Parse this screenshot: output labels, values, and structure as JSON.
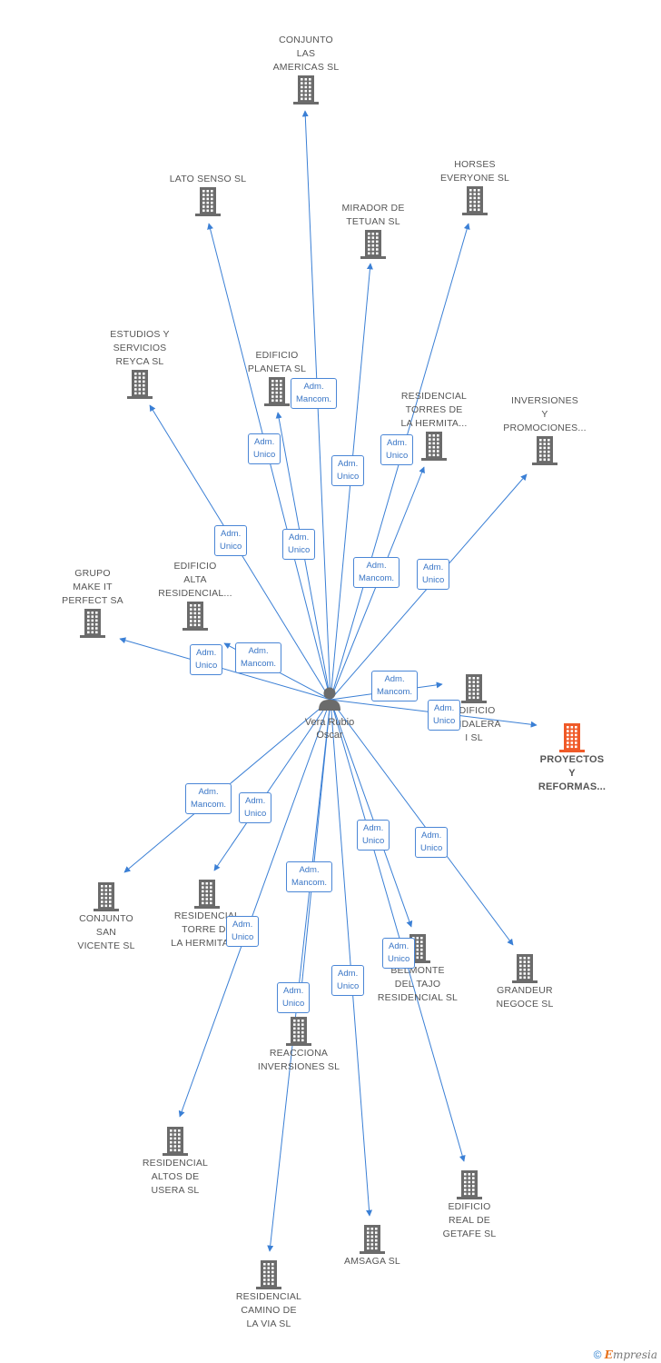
{
  "center": {
    "name": "Vera Rubio\nOscar"
  },
  "nodes": [
    {
      "id": "conjunto-americas",
      "label": "CONJUNTO\nLAS\nAMERICAS SL",
      "main": false
    },
    {
      "id": "lato-senso",
      "label": "LATO SENSO SL",
      "main": false
    },
    {
      "id": "mirador-tetuan",
      "label": "MIRADOR DE\nTETUAN SL",
      "main": false
    },
    {
      "id": "horses-everyone",
      "label": "HORSES\nEVERYONE SL",
      "main": false
    },
    {
      "id": "estudios-reyca",
      "label": "ESTUDIOS Y\nSERVICIOS\nREYCA SL",
      "main": false
    },
    {
      "id": "edificio-planeta",
      "label": "EDIFICIO\nPLANETA SL",
      "main": false
    },
    {
      "id": "residencial-torres-hermita",
      "label": "RESIDENCIAL\nTORRES DE\nLA HERMITA...",
      "main": false
    },
    {
      "id": "inversiones-promociones",
      "label": "INVERSIONES\nY\nPROMOCIONES...",
      "main": false
    },
    {
      "id": "grupo-make-it",
      "label": "GRUPO\nMAKE IT\nPERFECT SA",
      "main": false
    },
    {
      "id": "edificio-alta",
      "label": "EDIFICIO\nALTA\nRESIDENCIAL...",
      "main": false
    },
    {
      "id": "edificio-ondalera",
      "label": "EDIFICIO\nONDALERA\nI SL",
      "main": false
    },
    {
      "id": "proyectos-reformas",
      "label": "PROYECTOS\nY\nREFORMAS...",
      "main": true
    },
    {
      "id": "conjunto-san-vicente",
      "label": "CONJUNTO\nSAN\nVICENTE SL",
      "main": false
    },
    {
      "id": "residencial-torre-hermita",
      "label": "RESIDENCIAL\nTORRE DE\nLA HERMITA SL",
      "main": false
    },
    {
      "id": "belmonte-tajo",
      "label": "BELMONTE\nDEL TAJO\nRESIDENCIAL SL",
      "main": false
    },
    {
      "id": "grandeur-negoce",
      "label": "GRANDEUR\nNEGOCE SL",
      "main": false
    },
    {
      "id": "reacciona-inversiones",
      "label": "REACCIONA\nINVERSIONES SL",
      "main": false
    },
    {
      "id": "residencial-altos-usera",
      "label": "RESIDENCIAL\nALTOS DE\nUSERA SL",
      "main": false
    },
    {
      "id": "edificio-real-getafe",
      "label": "EDIFICIO\nREAL DE\nGETAFE SL",
      "main": false
    },
    {
      "id": "amsaga",
      "label": "AMSAGA SL",
      "main": false
    },
    {
      "id": "residencial-camino-via",
      "label": "RESIDENCIAL\nCAMINO DE\nLA VIA SL",
      "main": false
    }
  ],
  "roles": [
    {
      "target": "conjunto-americas",
      "label": "Adm.\nMancom."
    },
    {
      "target": "lato-senso",
      "label": "Adm.\nUnico"
    },
    {
      "target": "mirador-tetuan",
      "label": "Adm.\nUnico"
    },
    {
      "target": "horses-everyone",
      "label": "Adm.\nUnico"
    },
    {
      "target": "estudios-reyca",
      "label": "Adm.\nUnico"
    },
    {
      "target": "edificio-planeta",
      "label": "Adm.\nUnico"
    },
    {
      "target": "residencial-torres-hermita",
      "label": "Adm.\nMancom."
    },
    {
      "target": "inversiones-promociones",
      "label": "Adm.\nUnico"
    },
    {
      "target": "grupo-make-it",
      "label": "Adm.\nUnico"
    },
    {
      "target": "edificio-alta",
      "label": "Adm.\nMancom."
    },
    {
      "target": "edificio-ondalera",
      "label": "Adm.\nMancom."
    },
    {
      "target": "proyectos-reformas",
      "label": "Adm.\nUnico"
    },
    {
      "target": "conjunto-san-vicente",
      "label": "Adm.\nMancom."
    },
    {
      "target": "residencial-torre-hermita",
      "label": "Adm.\nUnico"
    },
    {
      "target": "belmonte-tajo",
      "label": "Adm.\nUnico"
    },
    {
      "target": "grandeur-negoce",
      "label": "Adm.\nUnico"
    },
    {
      "target": "reacciona-inversiones",
      "label": "Adm.\nMancom."
    },
    {
      "target": "residencial-altos-usera",
      "label": "Adm.\nUnico"
    },
    {
      "target": "edificio-real-getafe",
      "label": "Adm.\nUnico"
    },
    {
      "target": "amsaga",
      "label": "Adm.\nUnico"
    },
    {
      "target": "residencial-camino-via",
      "label": "Adm.\nUnico"
    }
  ],
  "colors": {
    "edge": "#3a7fd5",
    "building": "#6b6b6b",
    "main_building": "#f05a28",
    "person": "#6b6b6b"
  },
  "footer": {
    "copyright": "©",
    "brand": "mpresia",
    "brand_initial": "E"
  }
}
